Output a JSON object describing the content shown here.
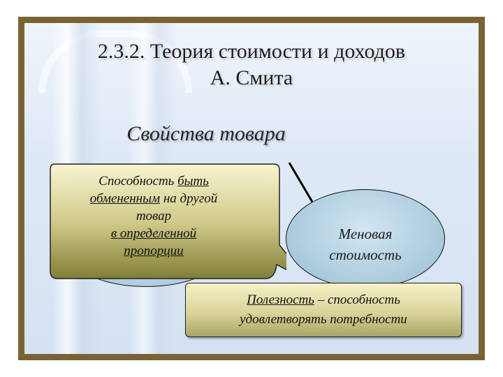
{
  "title": {
    "line1": "2.3.2. Теория стоимости и доходов",
    "line2": "А. Смита"
  },
  "subtitle": "Свойства товара",
  "callout": {
    "line1_plain": "Способность ",
    "line1_underlined": "быть",
    "line2_underlined": "обмененным",
    "line2_plain": " на другой",
    "line3": "товар",
    "line4_underlined": "в определенной",
    "line5_underlined": "пропорции"
  },
  "exchange_value": {
    "line1": "Меновая",
    "line2": "стоимость"
  },
  "utility": {
    "term": "Полезность",
    "line1_rest": " – способность",
    "line2": "удовлетворять потребности"
  },
  "colors": {
    "frame": "#7a6234",
    "ellipse": "#9fc3d6",
    "box_fill": "#d9d49a",
    "callout_fill": "#8c8c3c"
  }
}
